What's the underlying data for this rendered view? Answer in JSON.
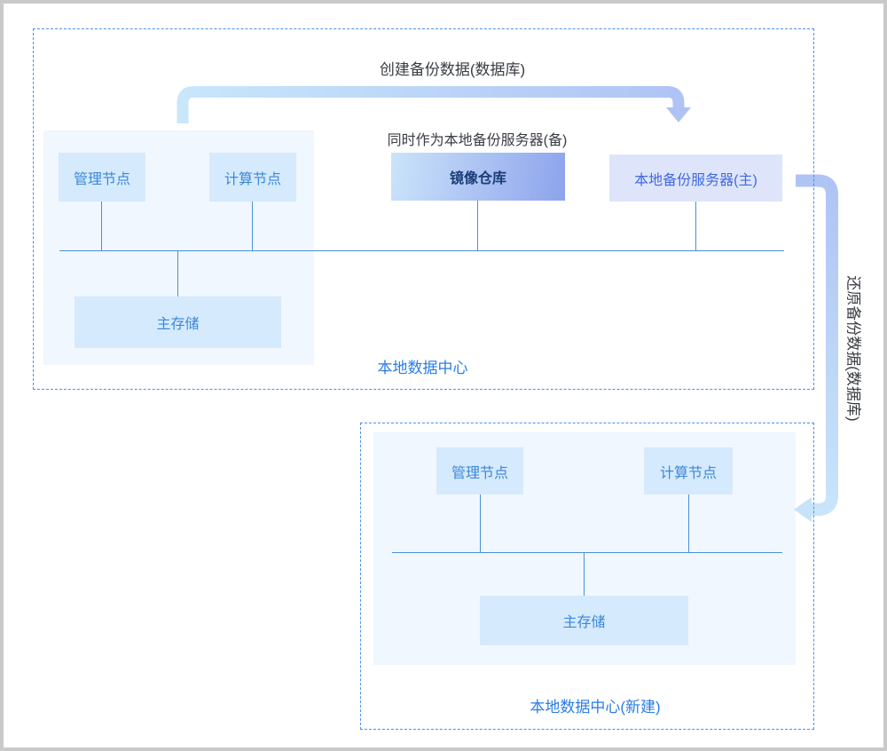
{
  "diagram": {
    "annotations": {
      "create_backup": "创建备份数据(数据库)",
      "mirror_note": "同时作为本地备份服务器(备)",
      "restore_backup": "还原备份数据(数据库)"
    },
    "datacenter_primary": {
      "label": "本地数据中心",
      "nodes": {
        "management": "管理节点",
        "compute": "计算节点",
        "mirror_repo": "镜像仓库",
        "backup_server": "本地备份服务器(主)",
        "storage": "主存储"
      }
    },
    "datacenter_new": {
      "label": "本地数据中心(新建)",
      "nodes": {
        "management": "管理节点",
        "compute": "计算节点",
        "storage": "主存储"
      }
    },
    "colors": {
      "dashed_border": "#4a90e8",
      "node_fill": "#d5eafc",
      "node_text": "#3c87d9",
      "backup_server_fill": "#dee5fb",
      "backup_server_text": "#4169e1",
      "mirror_gradient_start": "#cbe4fa",
      "mirror_gradient_end": "#8da3ec",
      "mirror_text": "#1c3d78",
      "cluster_fill": "#f0f7fe",
      "bus_line": "#4a90d9",
      "dc_label_text": "#2a7de5",
      "annotation_text": "#3a3d44",
      "arrow_light_blue": "#c9e6fb",
      "arrow_periwinkle": "#aec3f4"
    }
  }
}
